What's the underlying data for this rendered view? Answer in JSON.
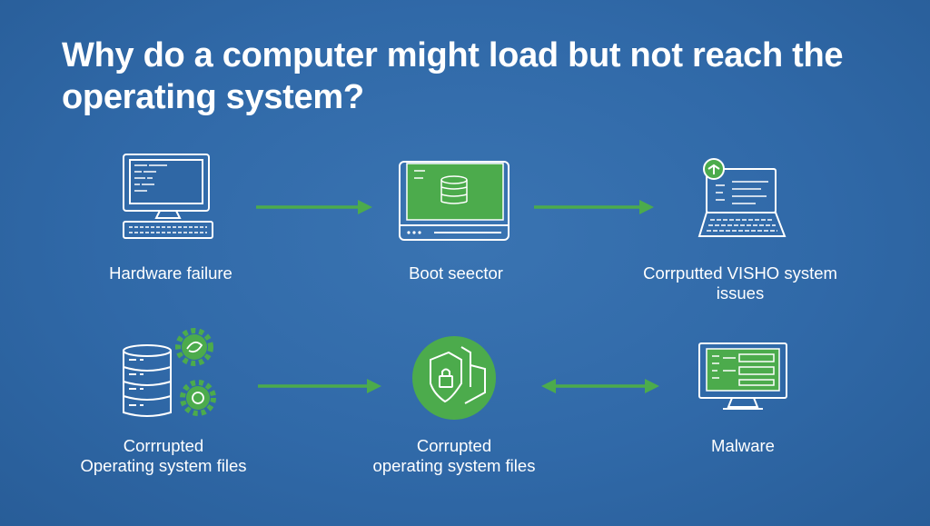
{
  "title": "Why do a computer might load but not reach the operating system?",
  "colors": {
    "background": "#3069a8",
    "accent_green": "#4cab4c",
    "line_white": "#ffffff"
  },
  "nodes": [
    {
      "id": "hardware",
      "icon": "desktop-monitor-icon",
      "label": "Hardware failure"
    },
    {
      "id": "boot",
      "icon": "boot-drive-icon",
      "label": "Boot seector"
    },
    {
      "id": "corrupted-vsho",
      "icon": "laptop-icon",
      "label": "Corrputted VISHO system issues"
    },
    {
      "id": "os-files-1",
      "icon": "server-gears-icon",
      "label_line1": "Corrrupted",
      "label_line2": "Operating system files"
    },
    {
      "id": "os-files-2",
      "icon": "shield-lock-icon",
      "label_line1": "Corrupted",
      "label_line2": "operating system files"
    },
    {
      "id": "malware",
      "icon": "monitor-icon",
      "label": "Malware"
    }
  ],
  "edges": [
    {
      "from": "hardware",
      "to": "boot",
      "direction": "forward"
    },
    {
      "from": "boot",
      "to": "corrupted-vsho",
      "direction": "forward"
    },
    {
      "from": "os-files-1",
      "to": "os-files-2",
      "direction": "forward"
    },
    {
      "from": "os-files-2",
      "to": "malware",
      "direction": "both"
    }
  ]
}
